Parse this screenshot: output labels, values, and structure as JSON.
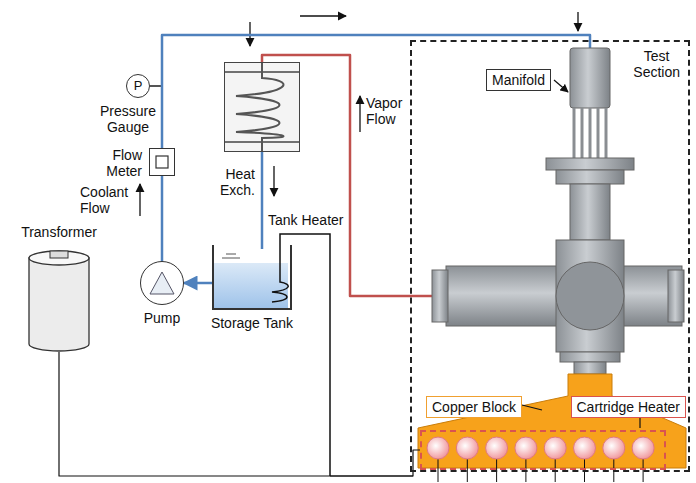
{
  "diagram": {
    "nodes": [
      {
        "text": [
          "P",
          "Pressure Gauge"
        ]
      },
      {
        "text": [
          "Flow Meter"
        ]
      },
      {
        "text": [
          "Heat Exch."
        ]
      },
      {
        "text": [
          "Test Section"
        ]
      },
      {
        "text": [
          "Manifold"
        ],
        "in": 3
      },
      {
        "text": [
          "Copper Block"
        ],
        "in": 3
      },
      {
        "text": [
          "Cartridge Heater"
        ],
        "in": 3
      },
      {
        "text": [
          "Transformer"
        ]
      },
      {
        "text": [
          "Pump"
        ]
      },
      {
        "text": [
          "Storage Tank"
        ]
      }
    ],
    "edges": [
      {
        "from": 8,
        "to": 1,
        "arrow": "none"
      },
      {
        "from": 1,
        "to": 3,
        "arrow": "none"
      },
      {
        "from": 3,
        "to": 2,
        "arrow": "none"
      },
      {
        "from": 2,
        "to": 9,
        "arrow": "none"
      },
      {
        "from": 9,
        "to": 8,
        "arrow": "to"
      },
      {
        "from": 7,
        "to": 6,
        "arrow": "none"
      }
    ],
    "labels": [
      "Coolant Flow",
      "Vapor Flow",
      "Tank Heater"
    ]
  }
}
